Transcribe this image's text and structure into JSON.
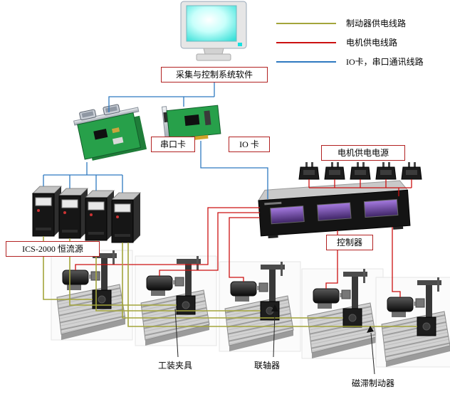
{
  "legend": {
    "items": [
      {
        "id": "brake",
        "label": "制动器供电线路"
      },
      {
        "id": "motor",
        "label": "电机供电线路"
      },
      {
        "id": "io",
        "label": "IO卡，串口通讯线路"
      }
    ]
  },
  "labels": {
    "software": "采集与控制系统软件",
    "serial_card": "串口卡",
    "io_card": "IO 卡",
    "motor_power": "电机供电电源",
    "controller": "控制器",
    "current_source": "ICS-2000 恒流源",
    "fixture": "工装夹具",
    "coupling": "联轴器",
    "brake": "磁滞制动器"
  },
  "colors": {
    "brake_line": "#a3a53b",
    "motor_line": "#cc1111",
    "io_line": "#2e79c0"
  }
}
